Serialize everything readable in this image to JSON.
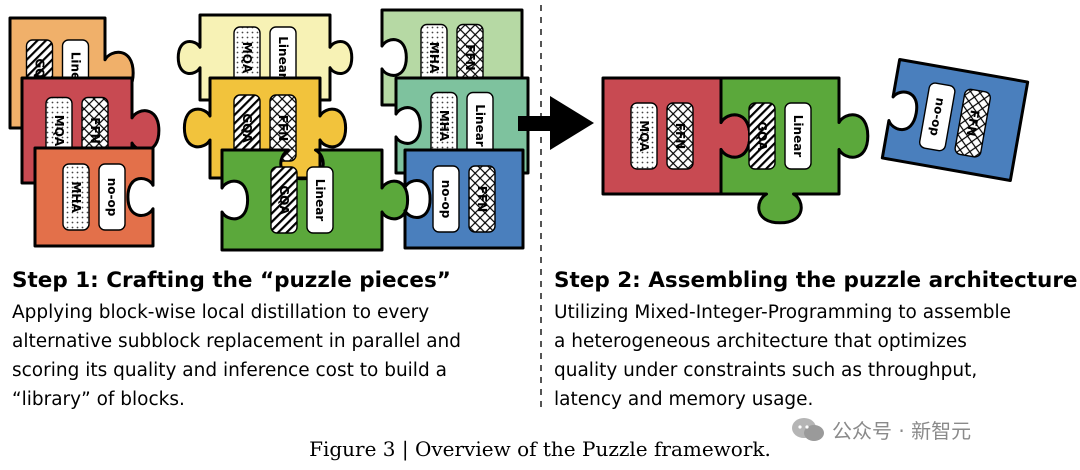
{
  "colors": {
    "orange_light": "#f0b06a",
    "red": "#c84a52",
    "orange": "#e3704a",
    "yellow_light": "#f7f2b5",
    "yellow": "#f2c33c",
    "green": "#5ba83b",
    "green_light": "#b6d9a4",
    "teal": "#7ec29e",
    "blue": "#4a7fbd"
  },
  "pieces": [
    {
      "id": "piece-orange-back",
      "color": "orange_light",
      "labels": [
        "GQA",
        "Linear"
      ]
    },
    {
      "id": "piece-red-left",
      "color": "red",
      "labels": [
        "MQA",
        "FFN"
      ]
    },
    {
      "id": "piece-orange-left",
      "color": "orange",
      "labels": [
        "MHA",
        "no-op"
      ]
    },
    {
      "id": "piece-yellow-light",
      "color": "yellow_light",
      "labels": [
        "MQA",
        "Linear"
      ]
    },
    {
      "id": "piece-yellow",
      "color": "yellow",
      "labels": [
        "GQA",
        "FFN"
      ]
    },
    {
      "id": "piece-green-middle",
      "color": "green",
      "labels": [
        "GQA",
        "Linear"
      ]
    },
    {
      "id": "piece-green-light",
      "color": "green_light",
      "labels": [
        "MHA",
        "FFN"
      ]
    },
    {
      "id": "piece-teal",
      "color": "teal",
      "labels": [
        "MHA",
        "Linear"
      ]
    },
    {
      "id": "piece-blue-left",
      "color": "blue",
      "labels": [
        "no-op",
        "FFN"
      ]
    },
    {
      "id": "piece-red-assembled",
      "color": "red",
      "labels": [
        "MQA",
        "FFN"
      ]
    },
    {
      "id": "piece-green-assembled",
      "color": "green",
      "labels": [
        "GQA",
        "Linear"
      ]
    },
    {
      "id": "piece-blue-assembled",
      "color": "blue",
      "labels": [
        "no-op",
        "FFN"
      ]
    }
  ],
  "step1": {
    "title": "Step 1: Crafting the “puzzle pieces”",
    "lines": [
      "Applying block-wise local distillation to every",
      "alternative subblock replacement in parallel and",
      "scoring its quality and inference cost to build a",
      "“library” of blocks."
    ]
  },
  "step2": {
    "title": "Step 2: Assembling the puzzle architecture",
    "lines": [
      "Utilizing Mixed-Integer-Programming to assemble",
      "a heterogeneous architecture that optimizes",
      "quality under constraints such as throughput,",
      "latency and memory usage."
    ]
  },
  "caption": "Figure 3 | Overview of the Puzzle framework.",
  "watermark": "公众号 · 新智元"
}
